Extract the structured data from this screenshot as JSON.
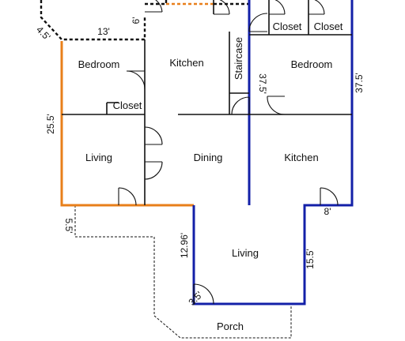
{
  "rooms": {
    "bedroom_left": "Bedroom",
    "kitchen_center": "Kitchen",
    "closet_left": "Closet",
    "living_left": "Living",
    "dining": "Dining",
    "staircase": "Staircase",
    "closet_top_a": "Closet",
    "closet_top_b": "Closet",
    "bedroom_right": "Bedroom",
    "kitchen_right": "Kitchen",
    "living_bottom": "Living",
    "porch": "Porch"
  },
  "dimensions": {
    "angled_corner": "4.5'",
    "top_width": "13'",
    "top_notch": "6'",
    "left_height": "25.5'",
    "stair_side": "37.5'",
    "right_height": "37.5'",
    "porch_notch": "5.5'",
    "living_height": "12.96'",
    "kitchen_step": "8'",
    "living_right": "15.5'",
    "corner_bottom": "3.5'"
  }
}
